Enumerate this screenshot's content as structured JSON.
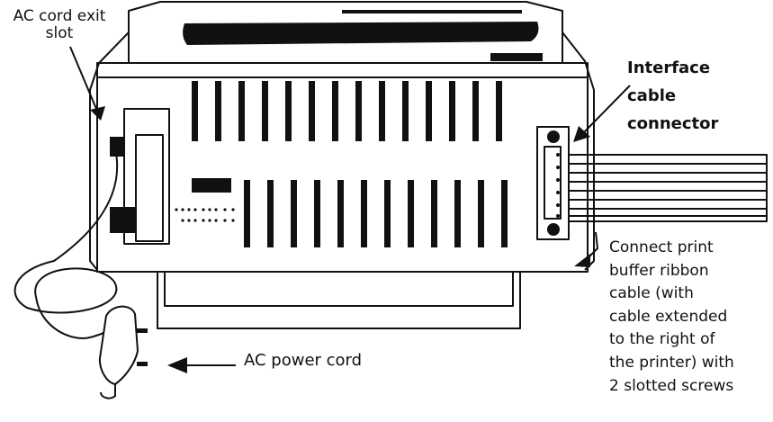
{
  "labels": {
    "ac_cord_exit_line1": "AC cord exit",
    "ac_cord_exit_line2": "slot",
    "interface_line1": "Interface",
    "interface_line2": "cable",
    "interface_line3": "connector",
    "connect_lines": [
      "Connect print",
      "buffer ribbon",
      "cable (with",
      "cable extended",
      "to the right of",
      "the printer) with",
      "2 slotted screws"
    ],
    "ac_power_cord": "AC power cord"
  },
  "colors": {
    "ink": "#111111",
    "background": "#ffffff"
  },
  "icons": [
    "plug-icon",
    "arrow-left-icon"
  ]
}
